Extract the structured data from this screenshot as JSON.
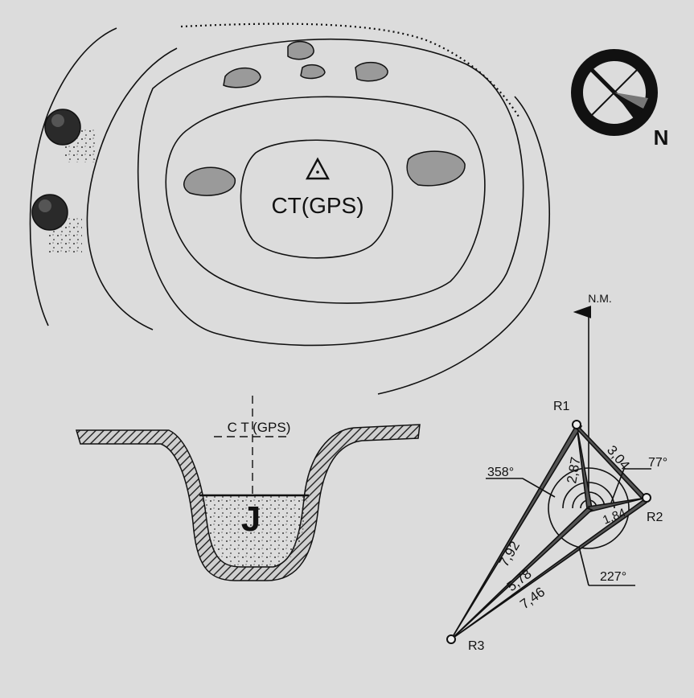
{
  "colors": {
    "background": "#dcdcdc",
    "ink": "#111111",
    "hatch": "#333333"
  },
  "site_plan": {
    "station_label": "CT(GPS)",
    "station_icon": "triangle-survey-marker-icon"
  },
  "compass": {
    "north_letter": "N",
    "icon": "compass-rose-icon"
  },
  "section": {
    "label": "C T (GPS)",
    "marker_letter": "J"
  },
  "reference_diagram": {
    "north_label": "N.M.",
    "points": [
      "R1",
      "R2",
      "R3"
    ],
    "distances": [
      "3,04",
      "2,87",
      "1,84",
      "7,92",
      "5,78",
      "7,46"
    ],
    "bearings": [
      "358°",
      "77°",
      "227°"
    ]
  }
}
